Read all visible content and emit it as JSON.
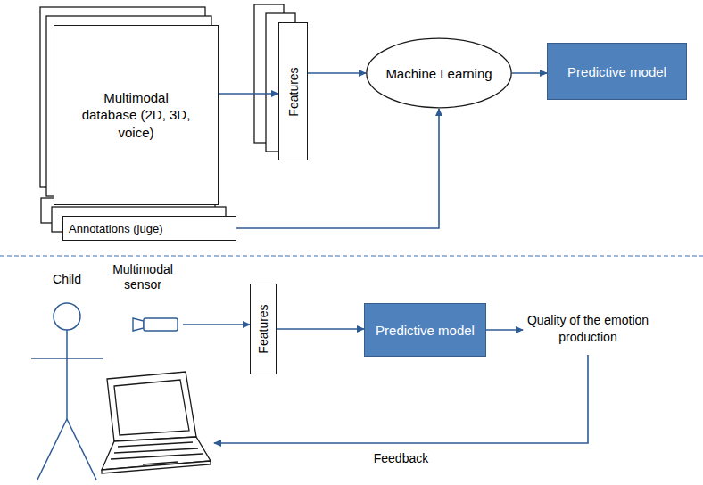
{
  "diagram": {
    "nodes": [
      {
        "text": [
          "Multimodal database (2D, 3D, voice)"
        ]
      },
      {
        "text": [
          "Features"
        ]
      },
      {
        "text": [
          "Machine Learning"
        ]
      },
      {
        "text": [
          "Predictive model"
        ]
      },
      {
        "text": [
          "Annotations (juge)"
        ]
      },
      {
        "text": [
          "Child"
        ]
      },
      {
        "text": [
          "Multimodal sensor"
        ]
      },
      {
        "text": [
          "Features"
        ]
      },
      {
        "text": [
          "Predictive model"
        ]
      },
      {
        "text": [
          "Quality of the emotion production"
        ]
      }
    ],
    "edges": [
      {
        "from": 0,
        "to": 1,
        "arrow": "to"
      },
      {
        "from": 1,
        "to": 2,
        "arrow": "to"
      },
      {
        "from": 2,
        "to": 3,
        "arrow": "to"
      },
      {
        "from": 4,
        "to": 2,
        "arrow": "to"
      },
      {
        "from": 6,
        "to": 7,
        "arrow": "to"
      },
      {
        "from": 7,
        "to": 8,
        "arrow": "to"
      },
      {
        "from": 8,
        "to": 9,
        "arrow": "to"
      },
      {
        "from": 9,
        "to": 5,
        "label": "Feedback",
        "arrow": "to"
      }
    ]
  }
}
